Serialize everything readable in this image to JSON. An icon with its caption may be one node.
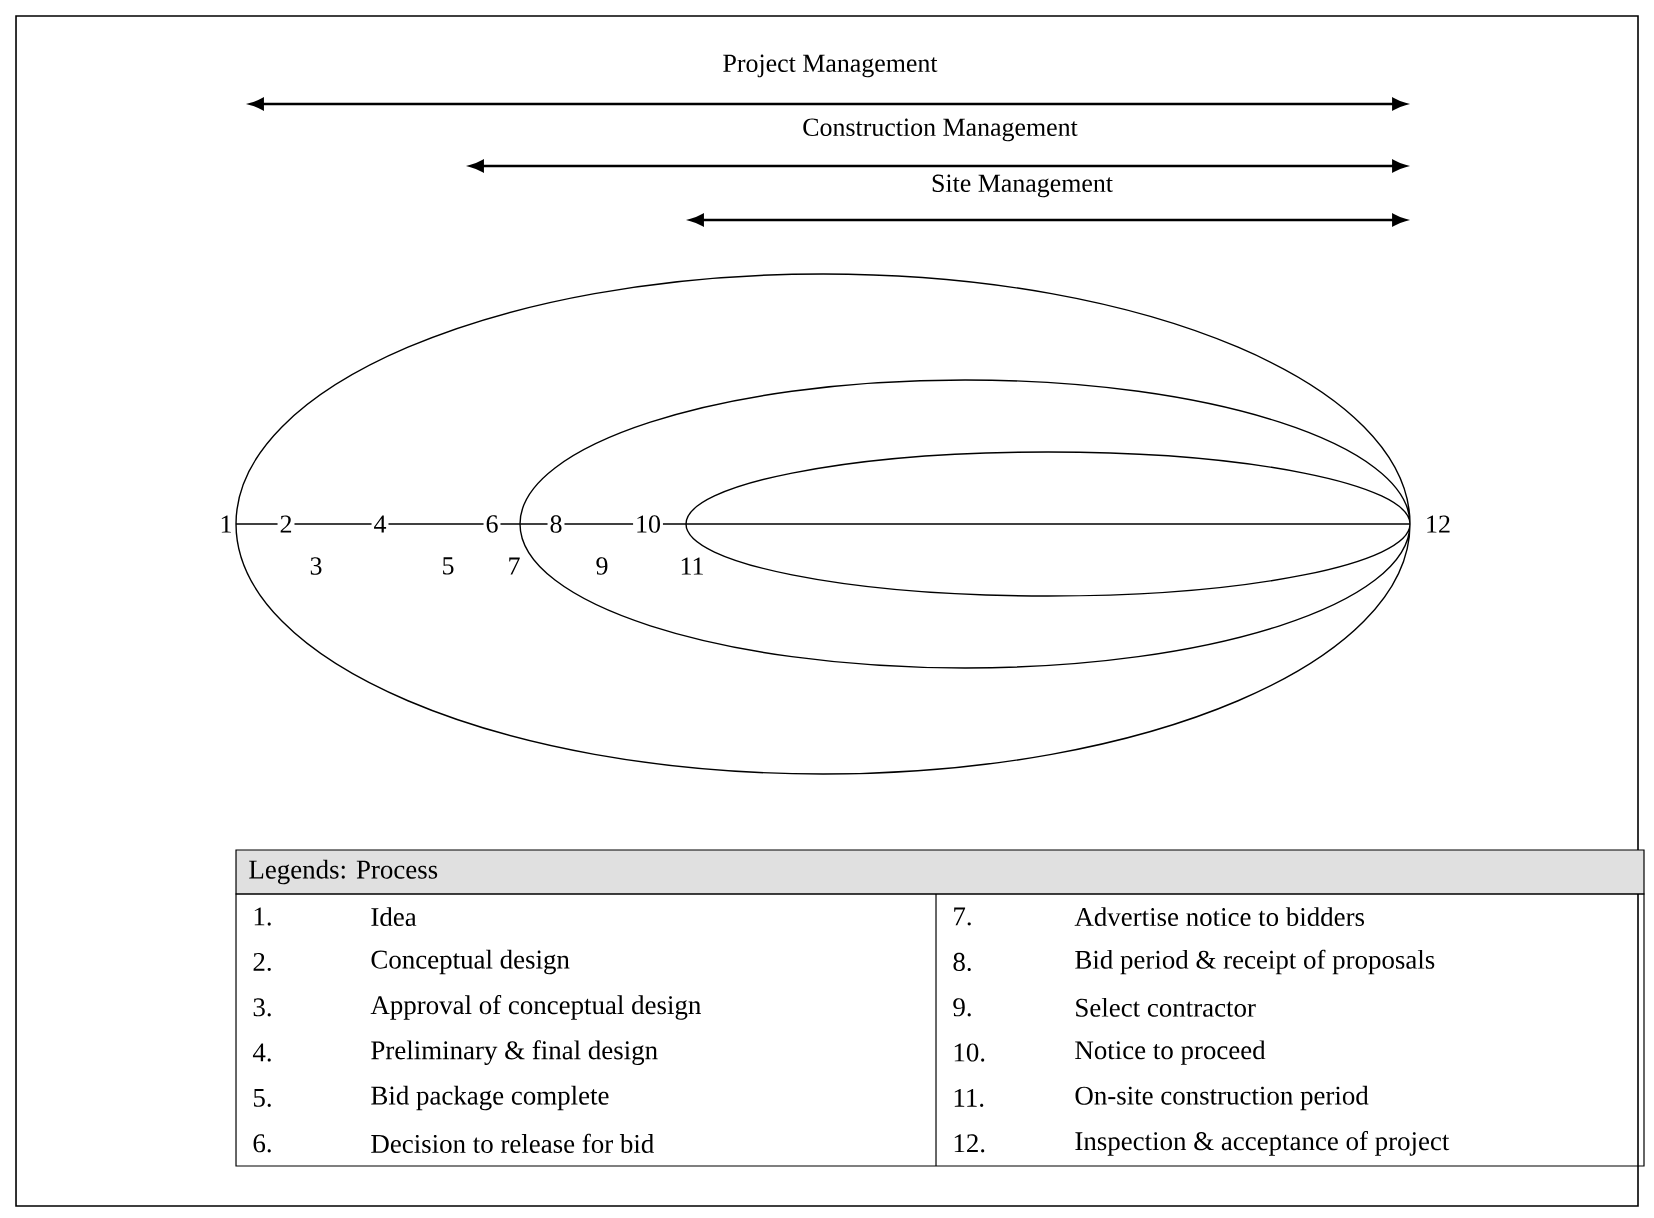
{
  "diagram": {
    "labels": [
      "Project Management",
      "Construction Management",
      "Site Management",
      "1",
      "2",
      "4",
      "6",
      "8",
      "10",
      "12",
      "3",
      "5",
      "7",
      "9",
      "11",
      "Legends: Process",
      "1.",
      "Idea",
      "7.",
      "Advertise notice to bidders",
      "2.",
      "Conceptual design",
      "8.",
      "Bid period & receipt of proposals",
      "3.",
      "Approval of conceptual design",
      "9.",
      "Select contractor",
      "4.",
      "Preliminary & final design",
      "10.",
      "Notice to proceed",
      "5.",
      "Bid package complete",
      "11.",
      "On-site construction period",
      "6.",
      "Decision to release for bid",
      "12.",
      "Inspection & acceptance of project"
    ]
  }
}
